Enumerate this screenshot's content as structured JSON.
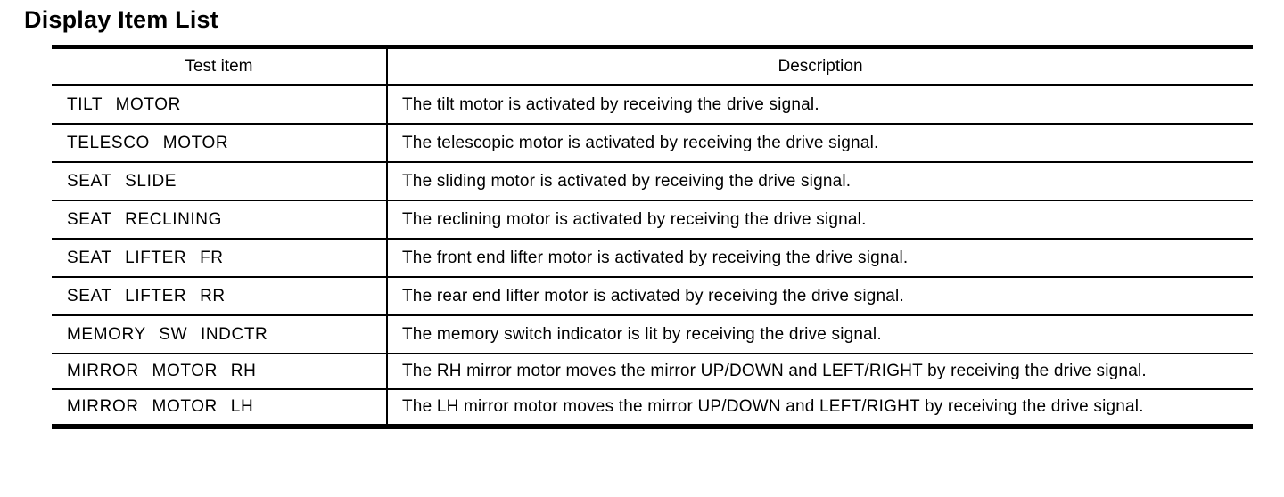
{
  "page": {
    "title": "Display Item List"
  },
  "colors": {
    "text": "#000000",
    "border": "#000000",
    "background": "#ffffff"
  },
  "table": {
    "columns": [
      "Test item",
      "Description"
    ],
    "rows": [
      {
        "item": "TILT MOTOR",
        "description": "The tilt motor is activated by receiving the drive signal."
      },
      {
        "item": "TELESCO MOTOR",
        "description": "The telescopic motor is activated by receiving the drive signal."
      },
      {
        "item": "SEAT SLIDE",
        "description": "The sliding motor is activated by receiving the drive signal."
      },
      {
        "item": "SEAT RECLINING",
        "description": "The reclining motor is activated by receiving the drive signal."
      },
      {
        "item": "SEAT LIFTER FR",
        "description": "The front end lifter motor is activated by receiving the drive signal."
      },
      {
        "item": "SEAT LIFTER RR",
        "description": "The rear end lifter motor is activated by receiving the drive signal."
      },
      {
        "item": "MEMORY SW INDCTR",
        "description": "The memory switch indicator is lit by receiving the drive signal."
      },
      {
        "item": "MIRROR MOTOR RH",
        "description": "The RH mirror motor moves the mirror UP/DOWN and LEFT/RIGHT by receiving the drive signal."
      },
      {
        "item": "MIRROR MOTOR LH",
        "description": "The LH mirror motor moves the mirror UP/DOWN and LEFT/RIGHT by receiving the drive signal."
      }
    ]
  }
}
